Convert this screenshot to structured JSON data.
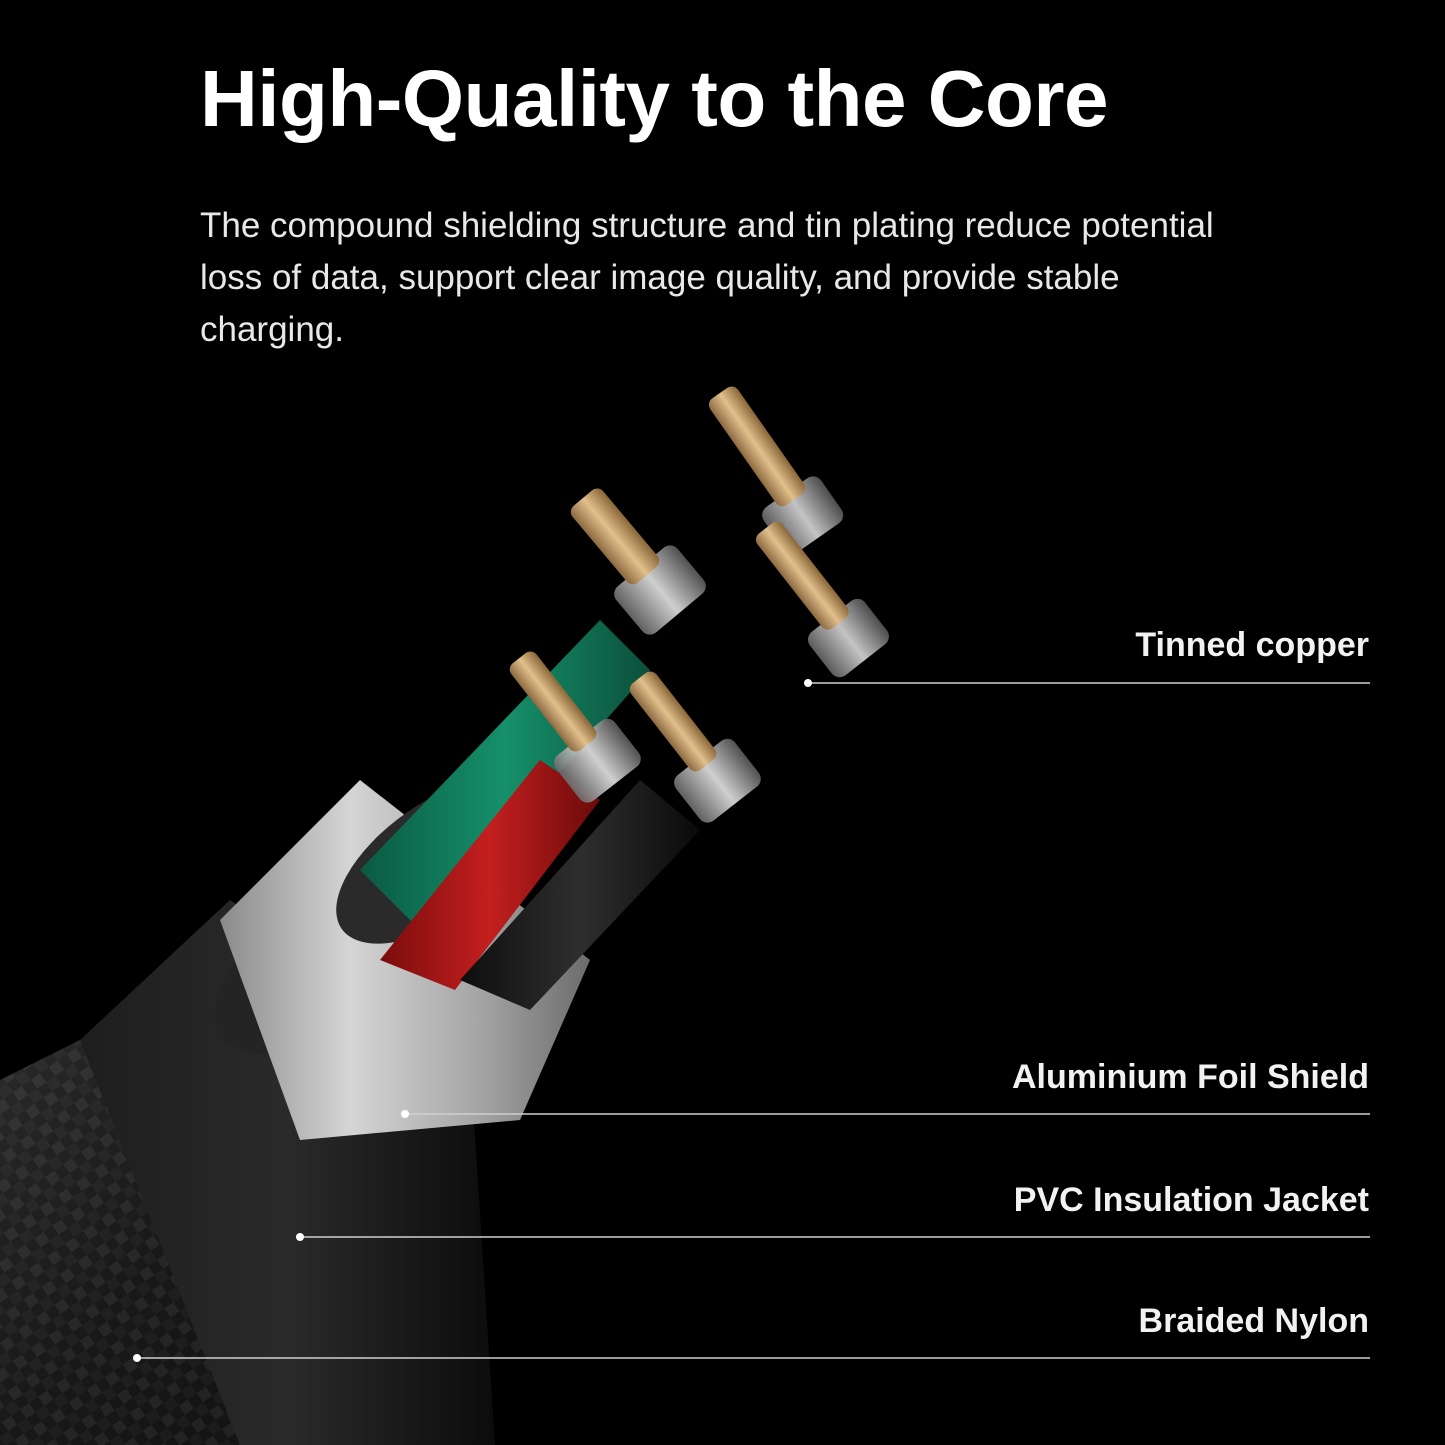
{
  "page": {
    "headline": "High-Quality to the Core",
    "description": "The compound shielding structure and tin plating reduce potential loss of data, support clear image quality, and provide stable charging."
  },
  "callouts": [
    {
      "label": "Tinned copper"
    },
    {
      "label": "Aluminium Foil Shield"
    },
    {
      "label": "PVC Insulation Jacket"
    },
    {
      "label": "Braided Nylon"
    }
  ],
  "colors": {
    "background": "#000000",
    "text": "#ffffff",
    "wire_green": "#0f7a5a",
    "wire_red": "#b01818",
    "wire_black": "#1a1a1a",
    "copper": "#c9a068",
    "foil": "#b8b8b8"
  }
}
